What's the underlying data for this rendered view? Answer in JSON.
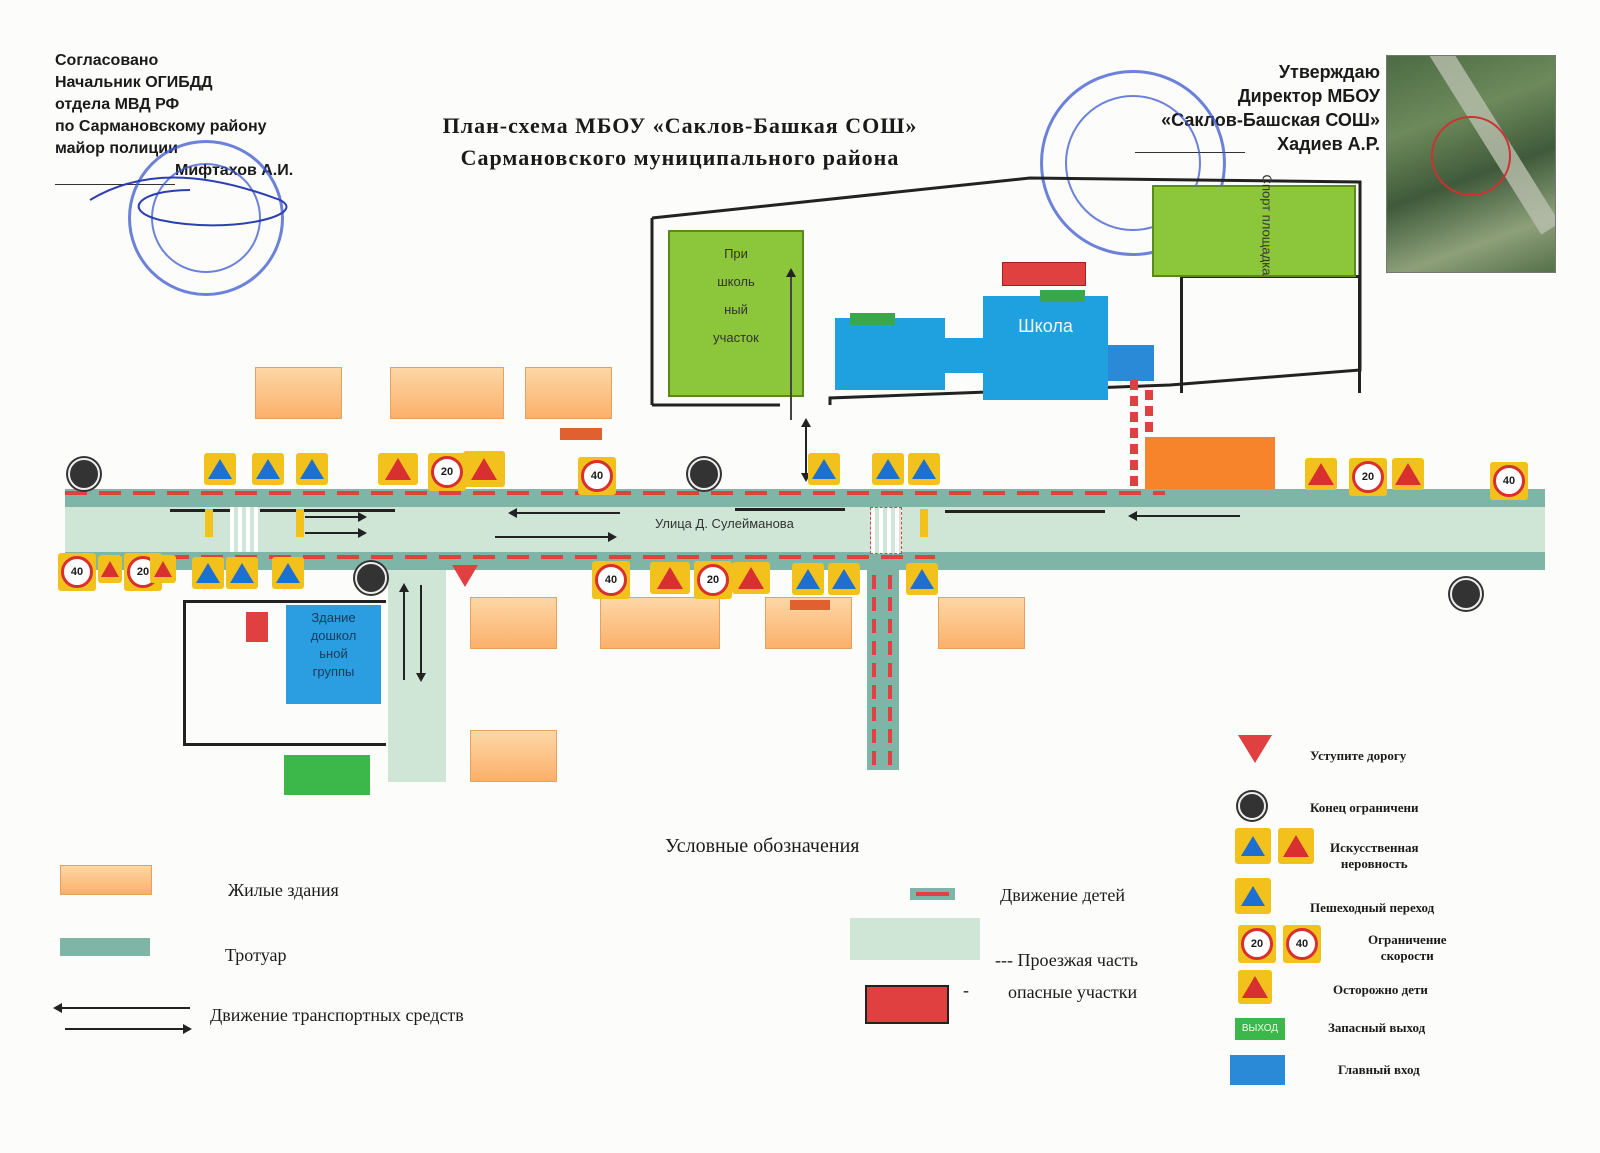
{
  "approval_left": {
    "lines": [
      "Согласовано",
      "Начальник ОГИБДД",
      "отдела МВД РФ",
      "по Сармановскому району",
      "майор полиции"
    ],
    "signature_name": "Мифтахов А.И."
  },
  "approval_right": {
    "lines": [
      "Утверждаю",
      "Директор МБОУ",
      "«Саклов-Башская СОШ»"
    ],
    "signature_name": "Хадиев А.Р."
  },
  "title": {
    "line1": "План-схема МБОУ «Саклов-Башкая СОШ»",
    "line2": "Сармановского муниципального района"
  },
  "map": {
    "street_label": "Улица Д. Сулейманова",
    "school_label": "Школа",
    "garden_label": [
      "При",
      "школь",
      "ный",
      "участок"
    ],
    "sports_label": "Спорт площадка",
    "kindergarten_label": [
      "Здание",
      "дошкол",
      "ьной",
      "группы"
    ],
    "speed_values": [
      "20",
      "40"
    ],
    "exit_sign_text": "ВЫХОД"
  },
  "legend": {
    "title": "Условные обозначения",
    "residential": "Жилые здания",
    "sidewalk": "Тротуар",
    "traffic": "Движение транспортных средств",
    "children": "Движение детей",
    "roadway_line": "--- Проезжая часть",
    "danger": "опасные участки",
    "danger_dash": "-",
    "signs": {
      "yield": "Уступите дорогу",
      "end_limit": "Конец ограничени",
      "bump": [
        "Искусственная",
        "неровность"
      ],
      "crosswalk": "Пешеходный переход",
      "speed": [
        "Ограничение",
        "скорости"
      ],
      "children": "Осторожно дети",
      "emergency_exit": "Запасный выход",
      "main_entrance": "Главный вход"
    }
  },
  "colors": {
    "residential": "#fbb06a",
    "sidewalk": "#7fb5a6",
    "roadway": "#cfe6d7",
    "green_area": "#8cc63a",
    "building": "#1fa1e0",
    "danger": "#e04040",
    "sign_yellow": "#f2c11c"
  }
}
